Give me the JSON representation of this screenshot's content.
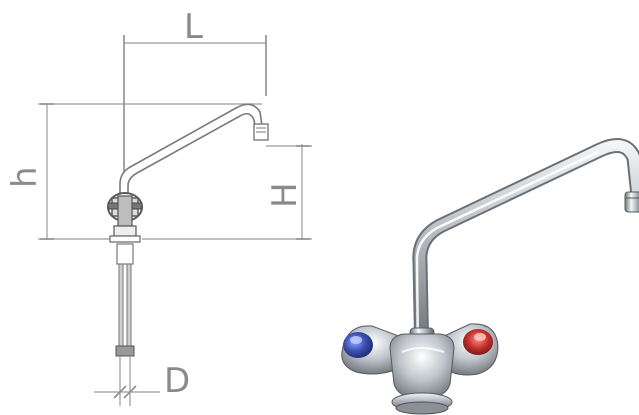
{
  "drawing": {
    "labels": {
      "spout_reach": "L",
      "overall_height": "h",
      "spout_height": "H",
      "connection": "D"
    }
  },
  "photo": {
    "handle_left_color": "#3a4fb0",
    "handle_right_color": "#c0302c",
    "chrome_color": "#b8bec4"
  }
}
